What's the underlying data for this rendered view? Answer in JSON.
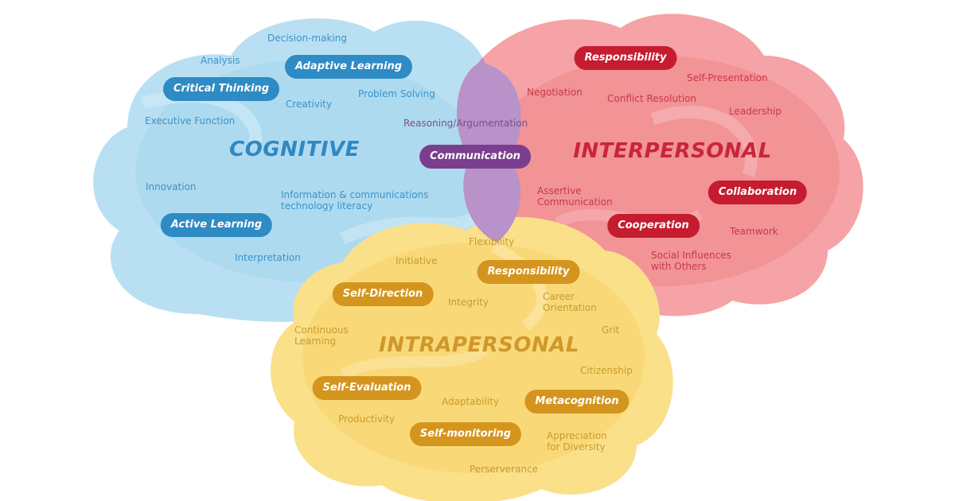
{
  "colors": {
    "cognitive_cloud": "#b9e0f2",
    "cognitive_inner": "#a5d6ee",
    "interpersonal_cloud": "#f5a3a6",
    "interpersonal_inner": "#ef8689",
    "intrapersonal_cloud": "#fbe08a",
    "intrapersonal_inner": "#f8d36b",
    "overlap": "#b892c8",
    "cognitive_pill": "#2e8bc4",
    "interpersonal_pill": "#c51c30",
    "intrapersonal_pill": "#d4951f",
    "shared_pill": "#7b3d8e"
  },
  "categories": {
    "cognitive": "COGNITIVE",
    "interpersonal": "INTERPERSONAL",
    "intrapersonal": "INTRAPERSONAL"
  },
  "cognitive": {
    "pills": [
      "Adaptive Learning",
      "Critical Thinking",
      "Active Learning"
    ],
    "terms": [
      "Decision-making",
      "Analysis",
      "Creativity",
      "Problem Solving",
      "Executive Function",
      "Innovation",
      "Information & communications\ntechnology literacy",
      "Interpretation"
    ]
  },
  "interpersonal": {
    "pills": [
      "Responsibility",
      "Collaboration",
      "Cooperation"
    ],
    "terms": [
      "Self-Presentation",
      "Negotiation",
      "Conflict Resolution",
      "Leadership",
      "Assertive\nCommunication",
      "Teamwork",
      "Social Influences\nwith Others"
    ]
  },
  "intrapersonal": {
    "pills": [
      "Responsibility",
      "Self-Direction",
      "Self-Evaluation",
      "Metacognition",
      "Self-monitoring"
    ],
    "terms": [
      "Flexibility",
      "Initiative",
      "Integrity",
      "Career\nOrientation",
      "Grit",
      "Continuous\nLearning",
      "Citizenship",
      "Adaptability",
      "Productivity",
      "Appreciation\nfor Diversity",
      "Perserverance"
    ]
  },
  "shared": {
    "pill": "Communication",
    "term": "Reasoning/Argumentation"
  }
}
